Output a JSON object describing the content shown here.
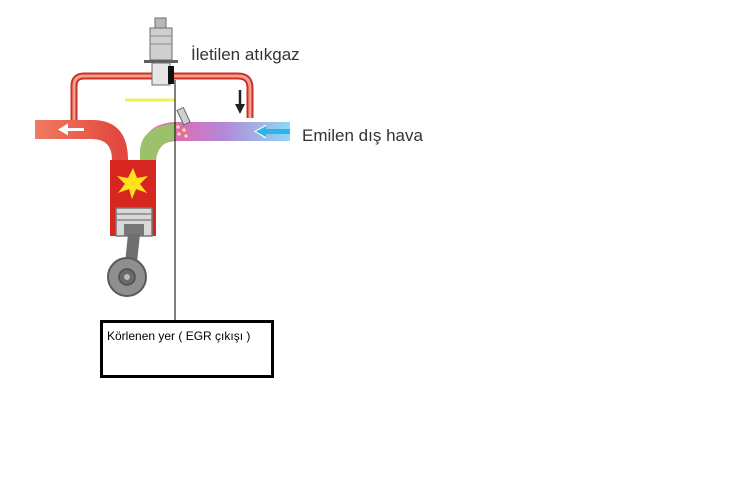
{
  "labels": {
    "exhaust_transferred": "İletilen atıkgaz",
    "intake_outside_air": "Emilen dış hava"
  },
  "callout": {
    "text": "Körlenen yer ( EGR çıkışı )"
  },
  "colors": {
    "exhaust": "#e2483e",
    "exhaust_dark": "#c8302a",
    "cylinder": "#d7261f",
    "intake_start": "#e667b0",
    "intake_mid": "#9aa0e6",
    "intake_end": "#8ed8f5",
    "intake_stub": "#9bc26a",
    "arrow_white": "#ffffff",
    "arrow_blue": "#2bb6ea",
    "marker_yellow": "#f1f15a",
    "piston_gray": "#8f8f8f",
    "text": "#333333"
  }
}
